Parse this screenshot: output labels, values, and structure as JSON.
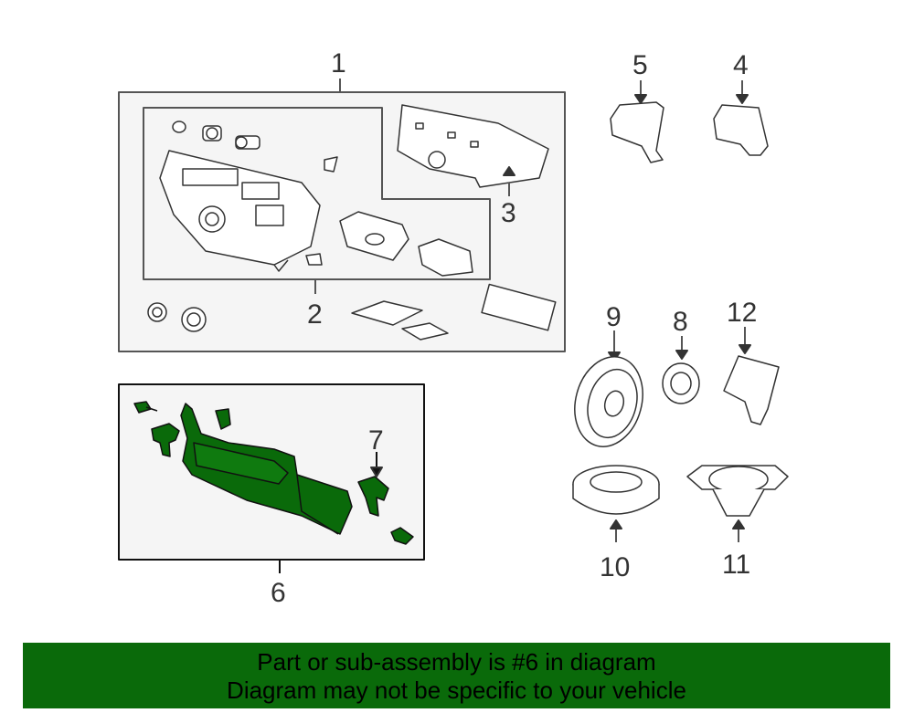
{
  "callouts": {
    "c1": "1",
    "c2": "2",
    "c3": "3",
    "c4": "4",
    "c5": "5",
    "c6": "6",
    "c7": "7",
    "c8": "8",
    "c9": "9",
    "c10": "10",
    "c11": "11",
    "c12": "12"
  },
  "banner": {
    "line1": "Part or sub-assembly is #6 in diagram",
    "line2": "Diagram may not be specific to your vehicle"
  },
  "colors": {
    "highlight_part": "#0a6a0a",
    "banner_background": "#0a6a0a",
    "line_art": "#333333",
    "box_fill": "#f5f5f5"
  }
}
